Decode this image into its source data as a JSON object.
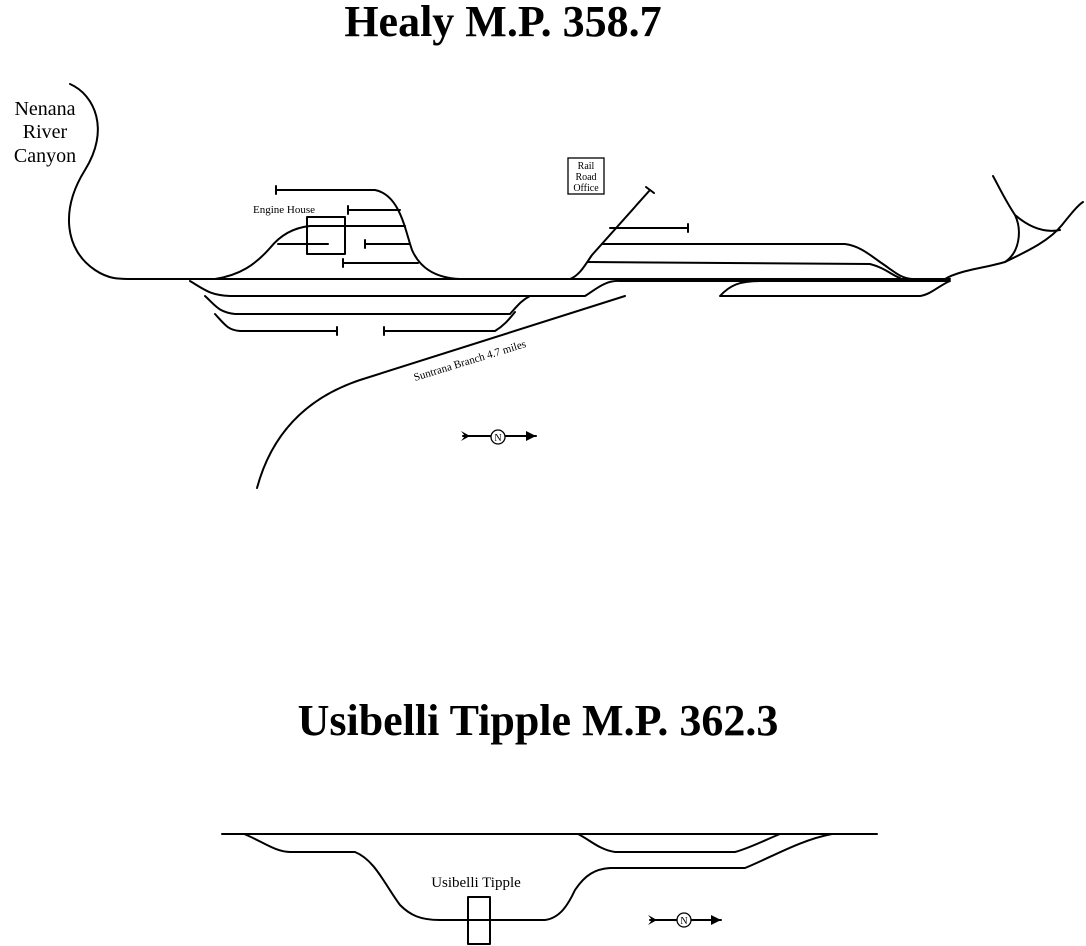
{
  "healy": {
    "title": "Healy M.P. 358.7",
    "labels": {
      "canyon_line1": "Nenana",
      "canyon_line2": "River",
      "canyon_line3": "Canyon",
      "engine_house": "Engine House",
      "office_line1": "Rail",
      "office_line2": "Road",
      "office_line3": "Office",
      "branch": "Suntrana Branch 4.7 miles"
    },
    "compass": "N"
  },
  "usibelli": {
    "title": "Usibelli Tipple M.P. 362.3",
    "labels": {
      "tipple": "Usibelli Tipple"
    },
    "compass": "N"
  }
}
